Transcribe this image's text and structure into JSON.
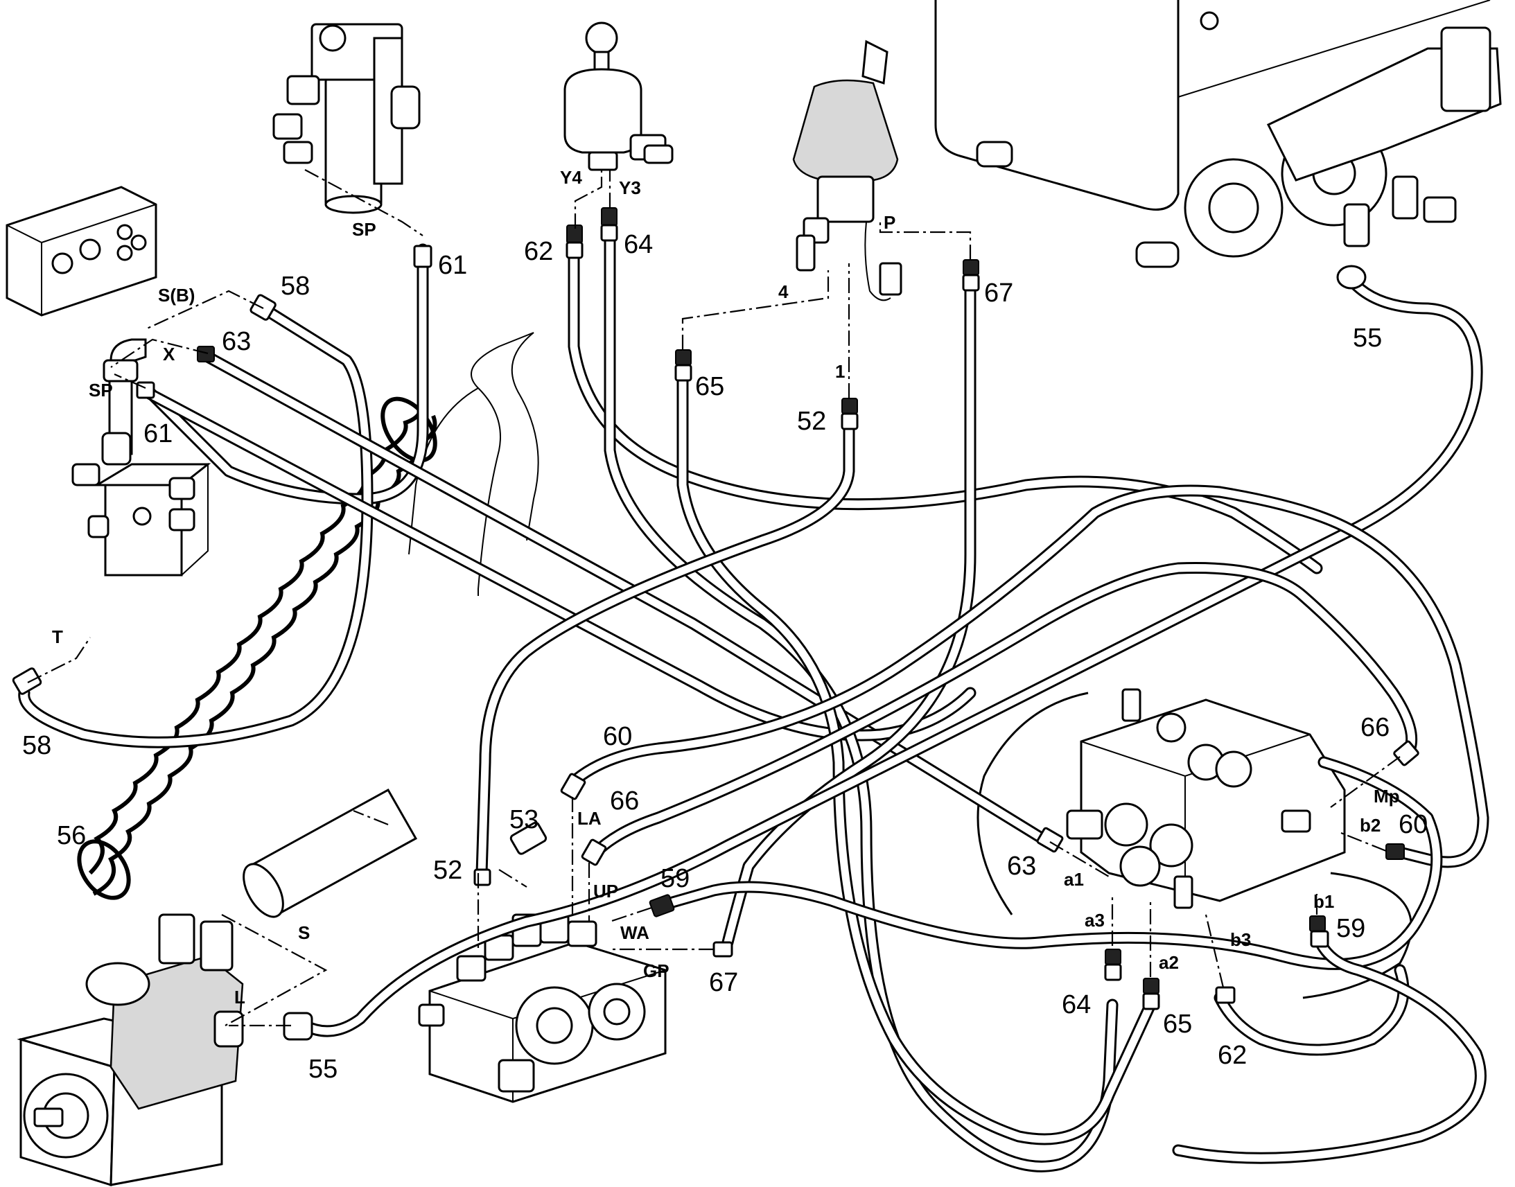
{
  "callouts": [
    {
      "id": "c61a",
      "text": "61"
    },
    {
      "id": "c62a",
      "text": "62"
    },
    {
      "id": "c64a",
      "text": "64"
    },
    {
      "id": "c67a",
      "text": "67"
    },
    {
      "id": "c58a",
      "text": "58"
    },
    {
      "id": "c63a",
      "text": "63"
    },
    {
      "id": "c61b",
      "text": "61"
    },
    {
      "id": "c65a",
      "text": "65"
    },
    {
      "id": "c52a",
      "text": "52"
    },
    {
      "id": "c55a",
      "text": "55"
    },
    {
      "id": "c58b",
      "text": "58"
    },
    {
      "id": "c60a",
      "text": "60"
    },
    {
      "id": "c66a",
      "text": "66"
    },
    {
      "id": "c53",
      "text": "53"
    },
    {
      "id": "c56",
      "text": "56"
    },
    {
      "id": "c52b",
      "text": "52"
    },
    {
      "id": "c59a",
      "text": "59"
    },
    {
      "id": "c67b",
      "text": "67"
    },
    {
      "id": "c55b",
      "text": "55"
    },
    {
      "id": "c63b",
      "text": "63"
    },
    {
      "id": "c64b",
      "text": "64"
    },
    {
      "id": "c65b",
      "text": "65"
    },
    {
      "id": "c62b",
      "text": "62"
    },
    {
      "id": "c59b",
      "text": "59"
    },
    {
      "id": "c66b",
      "text": "66"
    },
    {
      "id": "c60b",
      "text": "60"
    }
  ],
  "ports": [
    {
      "id": "pSP1",
      "text": "SP"
    },
    {
      "id": "pY4",
      "text": "Y4"
    },
    {
      "id": "pY3",
      "text": "Y3"
    },
    {
      "id": "pP",
      "text": "P"
    },
    {
      "id": "p4",
      "text": "4"
    },
    {
      "id": "p1",
      "text": "1"
    },
    {
      "id": "pSB",
      "text": "S(B)"
    },
    {
      "id": "pX",
      "text": "X"
    },
    {
      "id": "pSP2",
      "text": "SP"
    },
    {
      "id": "pT",
      "text": "T"
    },
    {
      "id": "pLA",
      "text": "LA"
    },
    {
      "id": "pUP",
      "text": "UP"
    },
    {
      "id": "pWA",
      "text": "WA"
    },
    {
      "id": "pGP",
      "text": "GP"
    },
    {
      "id": "pS",
      "text": "S"
    },
    {
      "id": "pL",
      "text": "L"
    },
    {
      "id": "pMp",
      "text": "Mp"
    },
    {
      "id": "pb2",
      "text": "b2"
    },
    {
      "id": "pa1",
      "text": "a1"
    },
    {
      "id": "pa3",
      "text": "a3"
    },
    {
      "id": "pa2",
      "text": "a2"
    },
    {
      "id": "pb3",
      "text": "b3"
    },
    {
      "id": "pb1",
      "text": "b1"
    }
  ],
  "colors": {
    "line": "#000000",
    "background": "#ffffff",
    "shade": "#d8d8d8"
  }
}
